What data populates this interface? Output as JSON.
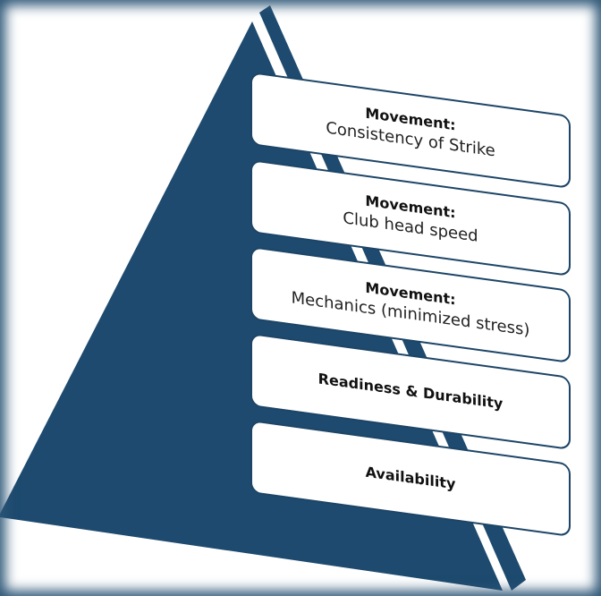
{
  "colors": {
    "pyramid": "#1d4a6e",
    "border": "#2e5778"
  },
  "levels": [
    {
      "title": "Movement:",
      "subtitle": "Consistency of Strike"
    },
    {
      "title": "Movement:",
      "subtitle": "Club head speed"
    },
    {
      "title": "Movement:",
      "subtitle": "Mechanics (minimized stress)"
    },
    {
      "title": "Readiness & Durability"
    },
    {
      "title": "Availability"
    }
  ]
}
